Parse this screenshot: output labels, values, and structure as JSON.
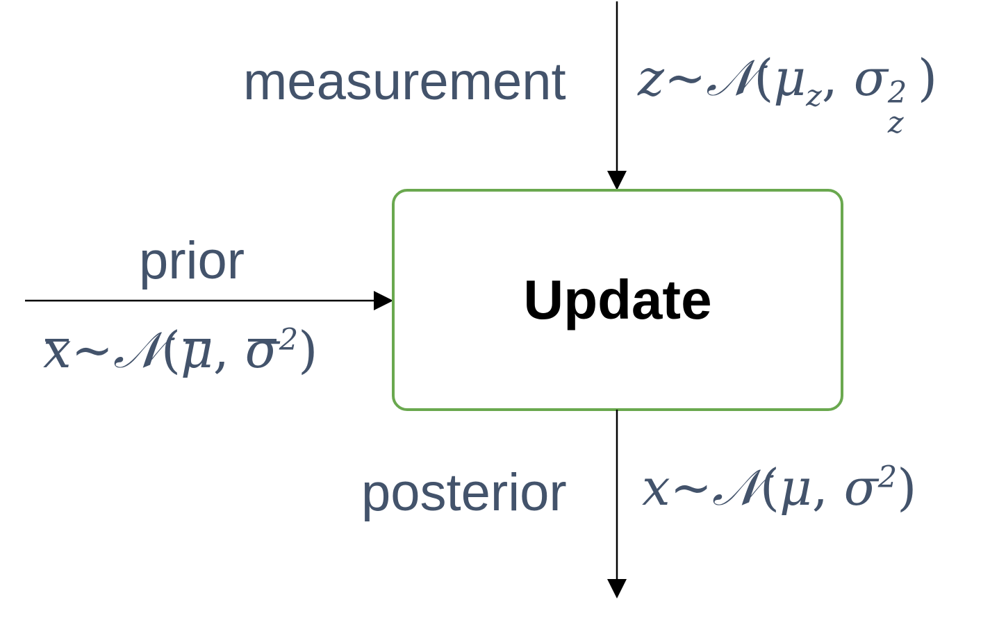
{
  "block": {
    "label": "Update",
    "border_color": "#6aa84f",
    "text_color": "#000000"
  },
  "inputs": {
    "measurement": {
      "label": "measurement",
      "variable": "z",
      "dist": "𝒩",
      "mean": "μ",
      "mean_sub": "z",
      "var": "σ",
      "var_sub": "z",
      "var_sup": "2"
    },
    "prior": {
      "label": "prior",
      "variable": "x",
      "dist": "𝒩",
      "mean": "μ",
      "var": "σ",
      "var_sup": "2"
    }
  },
  "output": {
    "posterior": {
      "label": "posterior",
      "variable": "x",
      "dist": "𝒩",
      "mean": "μ",
      "var": "σ",
      "var_sup": "2"
    }
  },
  "colors": {
    "text": "#43536b",
    "arrow": "#000000"
  }
}
